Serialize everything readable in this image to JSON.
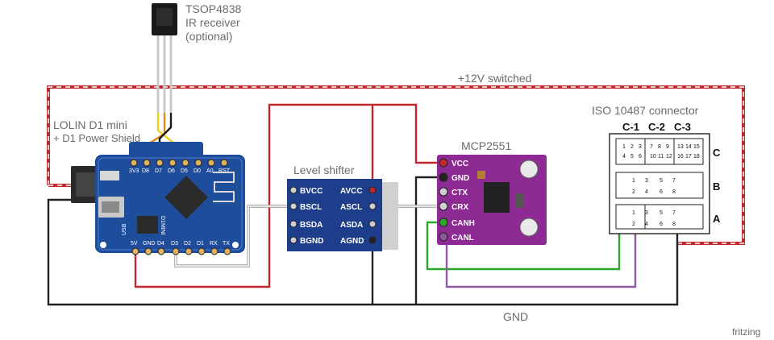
{
  "ir_receiver": {
    "model": "TSOP4838",
    "desc": "IR receiver",
    "note": "(optional)"
  },
  "mcu": {
    "name": "LOLIN D1 mini",
    "shield": "+ D1 Power Shield",
    "top_pins": [
      "3V3",
      "D8",
      "D7",
      "D6",
      "D5",
      "D0",
      "A0",
      "RST"
    ],
    "bottom_pins": [
      "5V",
      "GND",
      "D4",
      "D3",
      "D2",
      "D1",
      "RX",
      "TX"
    ],
    "usb_label": "USB",
    "d1_label": "D1MINI"
  },
  "level_shifter": {
    "title": "Level shifter",
    "left_pins": [
      "BVCC",
      "BSCL",
      "BSDA",
      "BGND"
    ],
    "right_pins": [
      "AVCC",
      "ASCL",
      "ASDA",
      "AGND"
    ]
  },
  "can": {
    "title": "MCP2551",
    "pins": [
      "VCC",
      "GND",
      "CTX",
      "CRX",
      "CANH",
      "CANL"
    ]
  },
  "connector": {
    "title": "ISO 10487 connector",
    "columns": [
      "C-1",
      "C-2",
      "C-3"
    ],
    "rows": [
      "C",
      "B",
      "A"
    ],
    "c_pins": [
      [
        "1",
        "2",
        "3",
        "4",
        "5",
        "6"
      ],
      [
        "7",
        "8",
        "9",
        "10",
        "11",
        "12"
      ],
      [
        "13",
        "14",
        "15",
        "16",
        "17",
        "18"
      ]
    ],
    "b_pins": [
      "1",
      "2",
      "3",
      "4",
      "5",
      "6",
      "7",
      "8"
    ],
    "a_pins": [
      "1",
      "2",
      "3",
      "4",
      "5",
      "6",
      "7",
      "8"
    ]
  },
  "wires": {
    "power_label": "+12V switched",
    "ground_label": "GND"
  },
  "colors": {
    "power": "#c0282d",
    "ground": "#222222",
    "can_high": "#2ba82b",
    "can_low": "#8e5a9e",
    "ir_yellow": "#f0d020",
    "ir_orange": "#e08a1c",
    "board_blue": "#1e4d9c",
    "shifter_blue": "#1e3d8a",
    "can_purple": "#8e2a93"
  },
  "brand": "fritzing"
}
